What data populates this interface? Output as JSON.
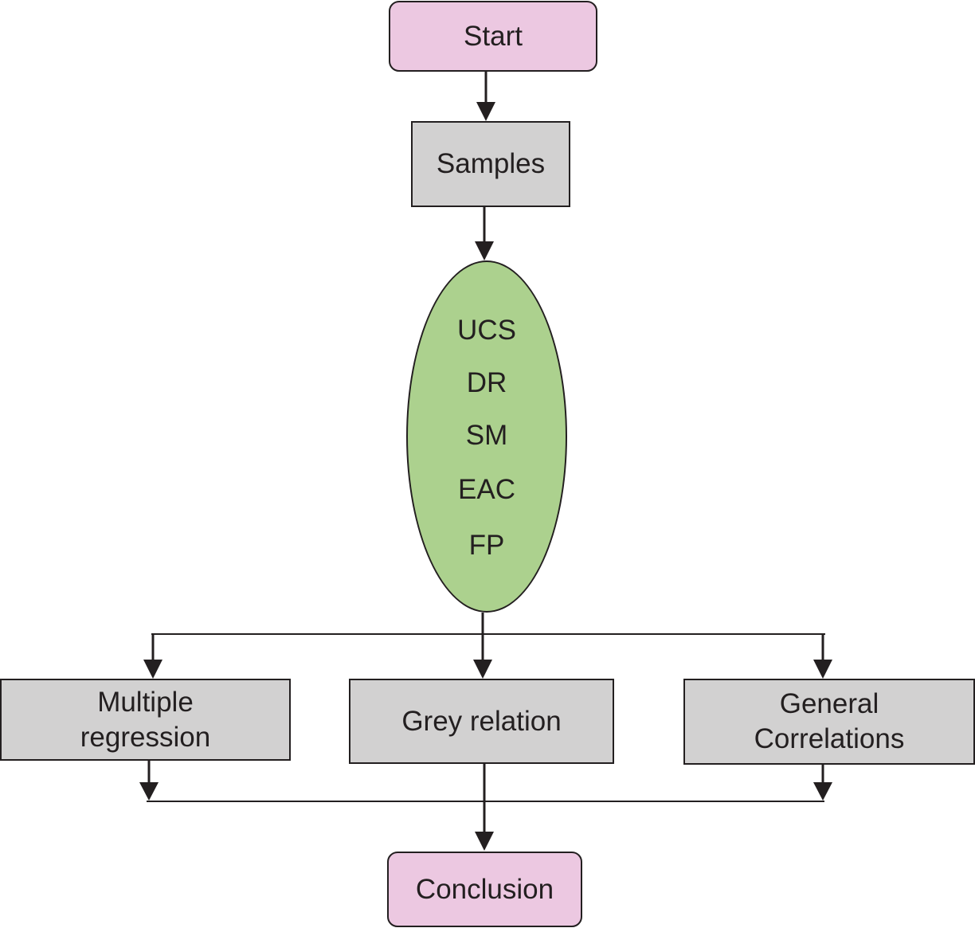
{
  "nodes": {
    "start": "Start",
    "samples": "Samples",
    "measures": [
      "UCS",
      "DR",
      "SM",
      "EAC",
      "FP"
    ],
    "methods": [
      {
        "line1": "Multiple",
        "line2": "regression"
      },
      {
        "line1": "Grey relation"
      },
      {
        "line1": "General",
        "line2": "Correlations"
      }
    ],
    "conclusion": "Conclusion"
  },
  "colors": {
    "terminal_fill": "#ecc8e1",
    "process_fill": "#d2d1d1",
    "ellipse_fill": "#acd18e",
    "stroke": "#231f20"
  }
}
